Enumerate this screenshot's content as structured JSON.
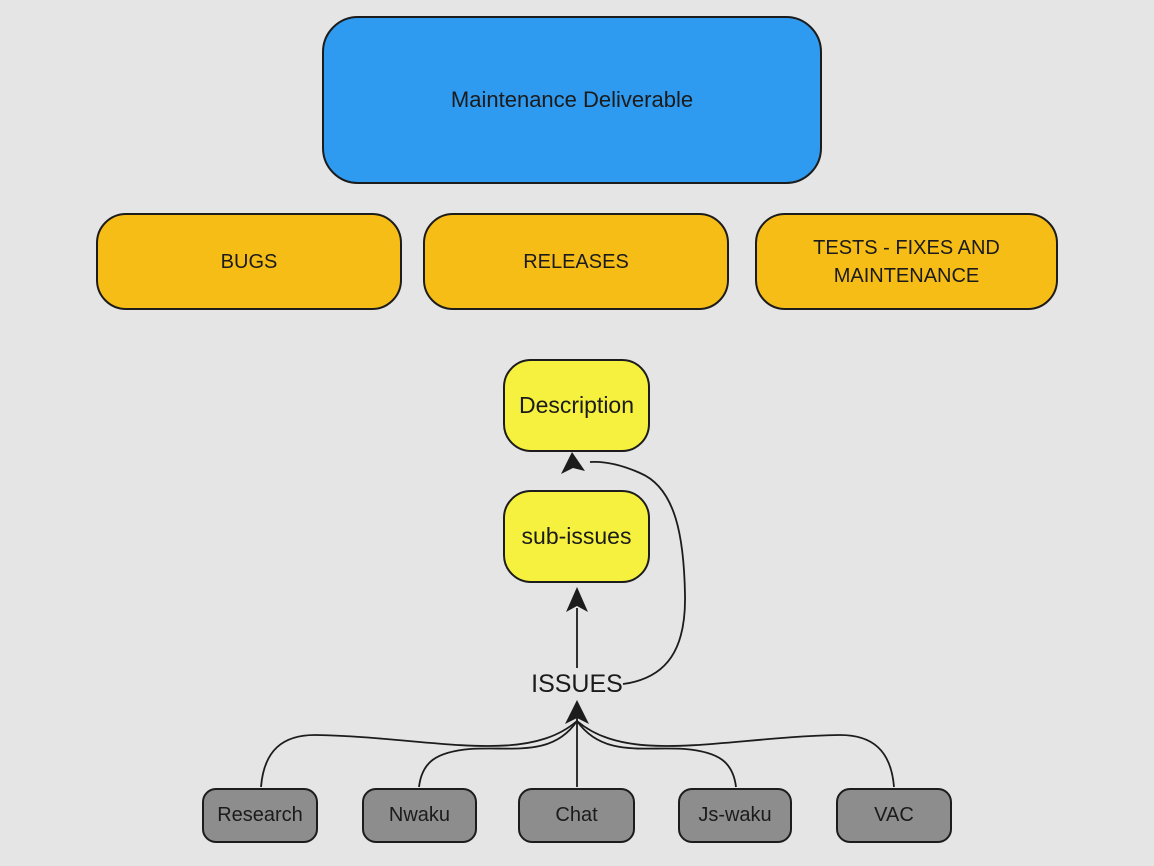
{
  "canvas": {
    "background": "#e6e5e6",
    "stroke": "#1c1c1c",
    "text_color": "#1b1b1b"
  },
  "nodes": {
    "root": {
      "label": "Maintenance Deliverable",
      "fill": "#2e9af0"
    },
    "categories": [
      {
        "label": "BUGS",
        "fill": "#f7bd17"
      },
      {
        "label": "RELEASES",
        "fill": "#f7bd17"
      },
      {
        "label": "TESTS - FIXES AND MAINTENANCE",
        "fill": "#f7bd17"
      }
    ],
    "details": [
      {
        "label": "Description",
        "fill": "#f6f13e"
      },
      {
        "label": "sub-issues",
        "fill": "#f6f13e"
      }
    ],
    "hub": {
      "label": "ISSUES"
    },
    "sources": [
      {
        "label": "Research",
        "fill": "#8e8d8e"
      },
      {
        "label": "Nwaku",
        "fill": "#8e8d8e"
      },
      {
        "label": "Chat",
        "fill": "#8e8d8e"
      },
      {
        "label": "Js-waku",
        "fill": "#8e8d8e"
      },
      {
        "label": "VAC",
        "fill": "#8e8d8e"
      }
    ]
  },
  "connections": [
    {
      "from": "ISSUES",
      "to": "sub-issues",
      "style": "straight-arrow"
    },
    {
      "from": "ISSUES",
      "to": "Description",
      "style": "curved-arrow"
    },
    {
      "from": "Research",
      "to": "ISSUES",
      "style": "curved-arrow"
    },
    {
      "from": "Nwaku",
      "to": "ISSUES",
      "style": "curved-arrow"
    },
    {
      "from": "Chat",
      "to": "ISSUES",
      "style": "straight-arrow"
    },
    {
      "from": "Js-waku",
      "to": "ISSUES",
      "style": "curved-arrow"
    },
    {
      "from": "VAC",
      "to": "ISSUES",
      "style": "curved-arrow"
    }
  ]
}
